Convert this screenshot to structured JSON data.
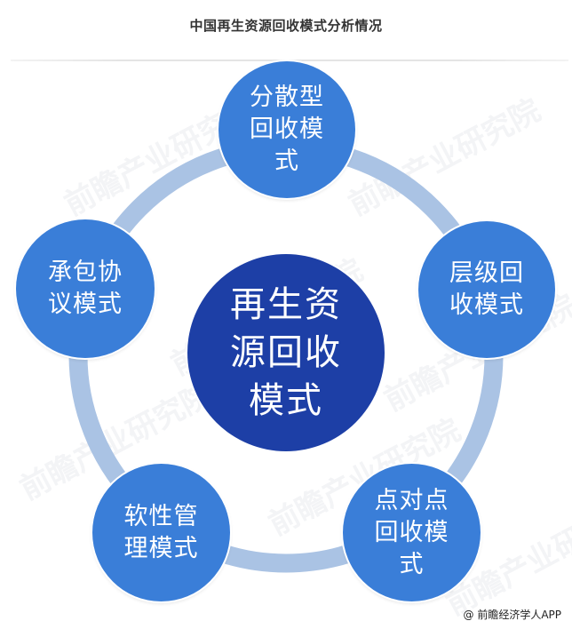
{
  "header": {
    "title": "中国再生资源回收模式分析情况"
  },
  "diagram": {
    "type": "radial-cycle",
    "colors": {
      "center_fill": "#1d3fa6",
      "node_fill": "#3a7ed8",
      "ring_stroke": "#aac3e4",
      "text": "#ffffff"
    },
    "center": {
      "label": "再生资源回收模式"
    },
    "nodes": [
      {
        "label": "分散型回收模式",
        "position": "top"
      },
      {
        "label": "层级回收模式",
        "position": "right"
      },
      {
        "label": "点对点回收模式",
        "position": "bottom-right"
      },
      {
        "label": "软性管理模式",
        "position": "bottom-left"
      },
      {
        "label": "承包协议模式",
        "position": "left"
      }
    ]
  },
  "watermark": {
    "text": "前瞻产业研究院"
  },
  "footer": {
    "credit": "@ 前瞻经济学人APP"
  }
}
